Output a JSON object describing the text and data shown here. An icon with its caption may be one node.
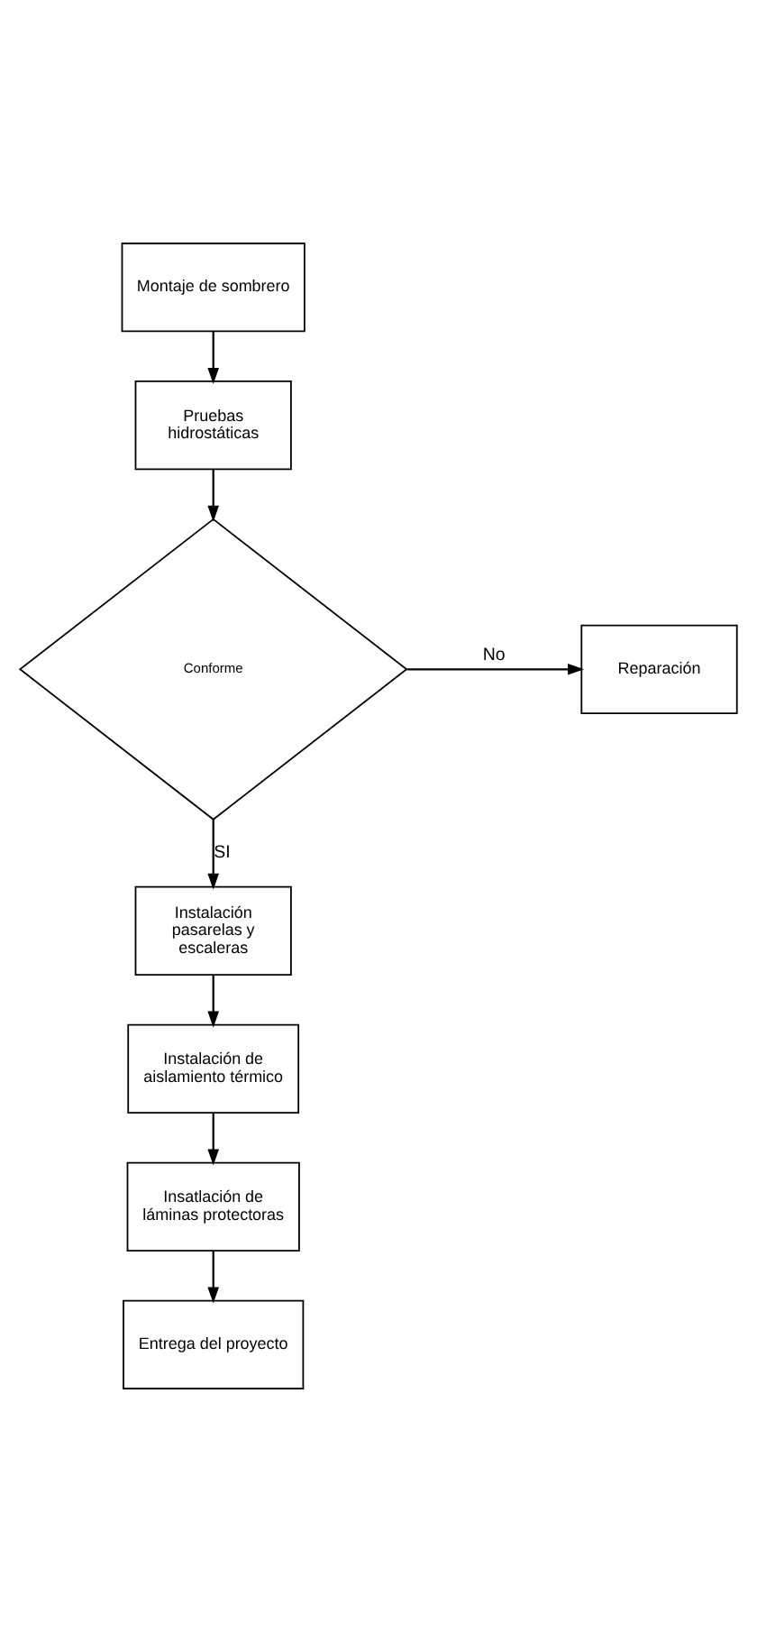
{
  "diagram": {
    "nodes": [
      {
        "text": [
          "Montaje de sombrero"
        ]
      },
      {
        "text": [
          "Pruebas hidrostáticas"
        ]
      },
      {
        "text": [
          "Conforme"
        ]
      },
      {
        "text": [
          "Reparación"
        ]
      },
      {
        "text": [
          "Instalación pasarelas y escaleras"
        ]
      },
      {
        "text": [
          "Instalación de aislamiento térmico"
        ]
      },
      {
        "text": [
          "Insatlación de láminas protectoras"
        ]
      },
      {
        "text": [
          "Entrega del proyecto"
        ]
      }
    ],
    "edges": [
      {
        "from": 0,
        "to": 1,
        "arrow": "to"
      },
      {
        "from": 1,
        "to": 2,
        "arrow": "to"
      },
      {
        "from": 2,
        "to": 3,
        "arrow": "to",
        "label": "No"
      },
      {
        "from": 2,
        "to": 4,
        "arrow": "to",
        "label": "SI"
      },
      {
        "from": 4,
        "to": 5,
        "arrow": "to"
      },
      {
        "from": 5,
        "to": 6,
        "arrow": "to"
      },
      {
        "from": 6,
        "to": 7,
        "arrow": "to"
      }
    ]
  }
}
